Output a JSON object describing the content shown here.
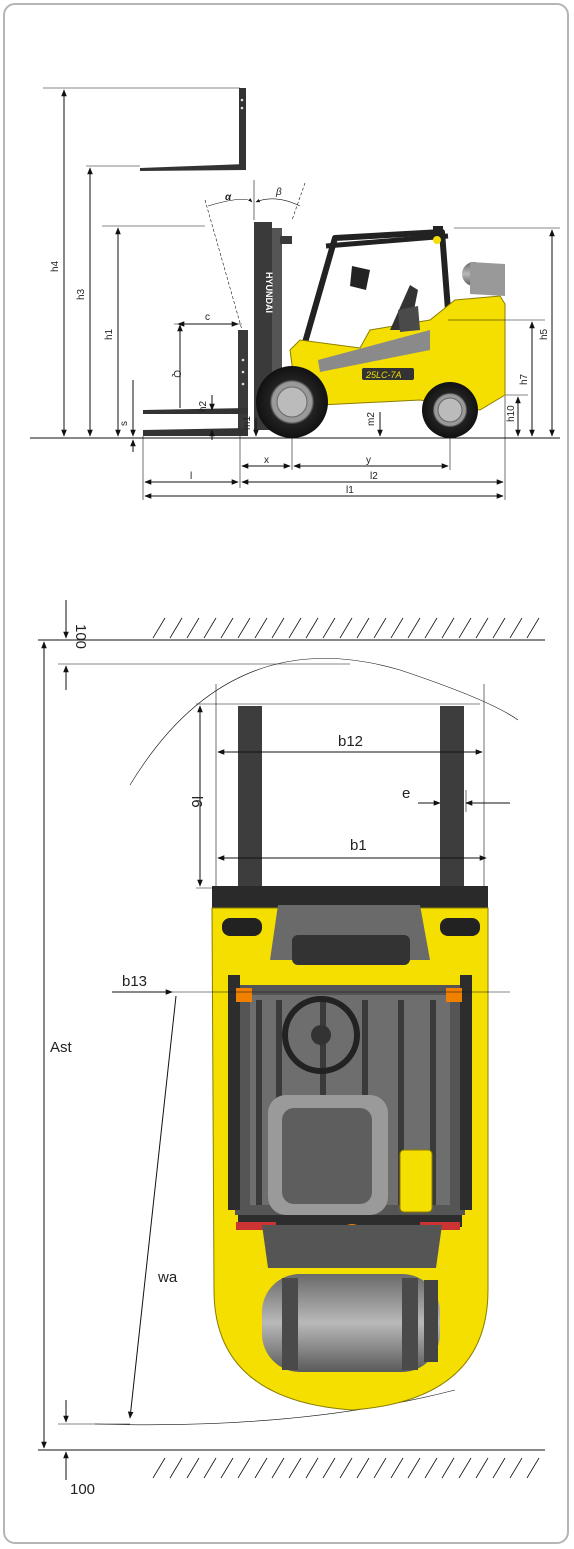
{
  "side_view": {
    "labels": {
      "h4": "h4",
      "h3": "h3",
      "h1": "h1",
      "h5": "h5",
      "h7": "h7",
      "h10": "h10",
      "h2": "h2",
      "Q": "Q",
      "c": "c",
      "s": "s",
      "m1": "m1",
      "m2": "m2",
      "x": "x",
      "y": "y",
      "l": "l",
      "l2": "l2",
      "l1": "l1",
      "alpha": "α",
      "beta": "β"
    },
    "brand": "HYUNDAI",
    "model": "25LC-7A"
  },
  "top_view": {
    "labels": {
      "top_100": "100",
      "bottom_100": "100",
      "b12": "b12",
      "l6": "l6",
      "e": "e",
      "b1": "b1",
      "b13": "b13",
      "Ast": "Ast",
      "wa": "wa"
    }
  },
  "colors": {
    "body_yellow": "#f4df00",
    "dark_gray": "#3c3c3c",
    "mast_gray": "#444444"
  }
}
